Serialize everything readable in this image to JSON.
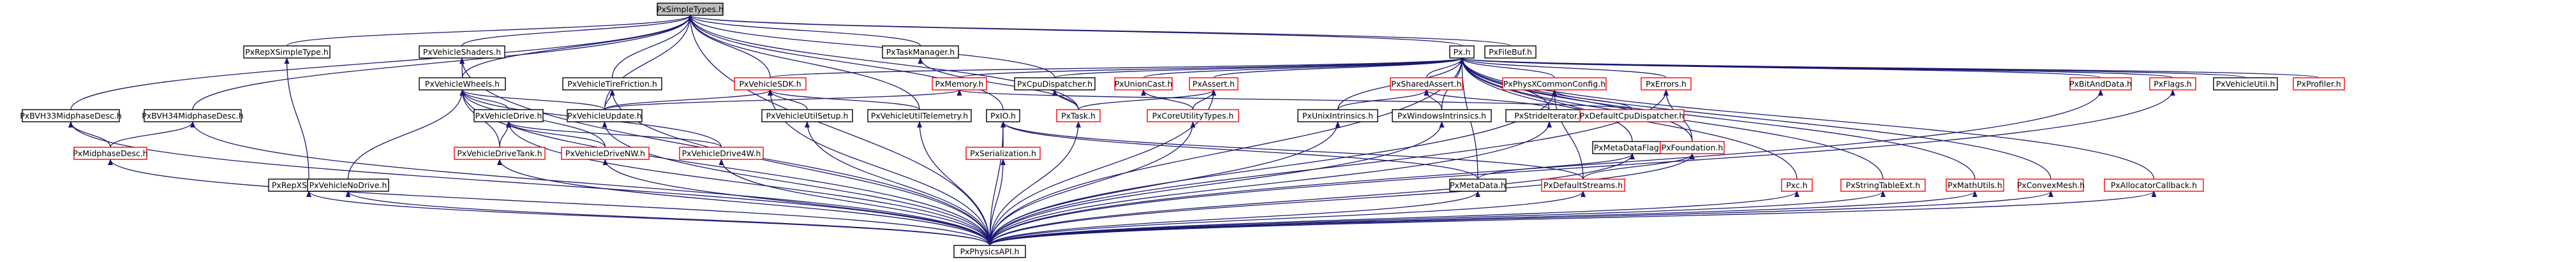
{
  "colors": {
    "edge": "#191970",
    "border_normal": "#000000",
    "border_incomplete": "#ff0000",
    "fill_normal": "#ffffff",
    "fill_root": "#bfbfbf",
    "text": "#000000"
  },
  "nodes": [
    {
      "id": "root",
      "label": "PxSimpleTypes.h",
      "kind": "root"
    },
    {
      "id": "pxh",
      "label": "Px.h",
      "kind": "normal"
    },
    {
      "id": "filebuf",
      "label": "PxFileBuf.h",
      "kind": "normal"
    },
    {
      "id": "replisimple",
      "label": "PxRepXSimpleType.h",
      "kind": "normal"
    },
    {
      "id": "vshaders",
      "label": "PxVehicleShaders.h",
      "kind": "normal"
    },
    {
      "id": "taskman",
      "label": "PxTaskManager.h",
      "kind": "normal"
    },
    {
      "id": "bvh33",
      "label": "PxBVH33MidphaseDesc.h",
      "kind": "normal"
    },
    {
      "id": "bvh34",
      "label": "PxBVH34MidphaseDesc.h",
      "kind": "normal"
    },
    {
      "id": "vwheels",
      "label": "PxVehicleWheels.h",
      "kind": "normal"
    },
    {
      "id": "vtire",
      "label": "PxVehicleTireFriction.h",
      "kind": "normal"
    },
    {
      "id": "vsdk",
      "label": "PxVehicleSDK.h",
      "kind": "incomplete"
    },
    {
      "id": "pxmemory",
      "label": "PxMemory.h",
      "kind": "incomplete"
    },
    {
      "id": "cpudisp",
      "label": "PxCpuDispatcher.h",
      "kind": "normal"
    },
    {
      "id": "unioncast",
      "label": "PxUnionCast.h",
      "kind": "incomplete"
    },
    {
      "id": "pxassert",
      "label": "PxAssert.h",
      "kind": "incomplete"
    },
    {
      "id": "sharedassert",
      "label": "PxSharedAssert.h",
      "kind": "incomplete"
    },
    {
      "id": "physxcommon",
      "label": "PxPhysXCommonConfig.h",
      "kind": "incomplete"
    },
    {
      "id": "pxerrors",
      "label": "PxErrors.h",
      "kind": "incomplete"
    },
    {
      "id": "bitanddata",
      "label": "PxBitAndData.h",
      "kind": "incomplete"
    },
    {
      "id": "pxflags",
      "label": "PxFlags.h",
      "kind": "incomplete"
    },
    {
      "id": "vutil",
      "label": "PxVehicleUtil.h",
      "kind": "normal"
    },
    {
      "id": "profiler",
      "label": "PxProfiler.h",
      "kind": "incomplete"
    },
    {
      "id": "midphase",
      "label": "PxMidphaseDesc.h",
      "kind": "incomplete"
    },
    {
      "id": "repxser",
      "label": "PxRepXSerializer.h",
      "kind": "normal"
    },
    {
      "id": "vnodrive",
      "label": "PxVehicleNoDrive.h",
      "kind": "normal"
    },
    {
      "id": "vdrive",
      "label": "PxVehicleDrive.h",
      "kind": "normal"
    },
    {
      "id": "vupdate",
      "label": "PxVehicleUpdate.h",
      "kind": "normal"
    },
    {
      "id": "vutilsetup",
      "label": "PxVehicleUtilSetup.h",
      "kind": "normal"
    },
    {
      "id": "vtelemetry",
      "label": "PxVehicleUtilTelemetry.h",
      "kind": "normal"
    },
    {
      "id": "pxio",
      "label": "PxIO.h",
      "kind": "normal"
    },
    {
      "id": "pxtask",
      "label": "PxTask.h",
      "kind": "incomplete"
    },
    {
      "id": "coreutil",
      "label": "PxCoreUtilityTypes.h",
      "kind": "incomplete"
    },
    {
      "id": "unixintr",
      "label": "PxUnixIntrinsics.h",
      "kind": "normal"
    },
    {
      "id": "winintr",
      "label": "PxWindowsIntrinsics.h",
      "kind": "normal"
    },
    {
      "id": "strideiter",
      "label": "PxStrideIterator.h",
      "kind": "normal"
    },
    {
      "id": "defcpudisp",
      "label": "PxDefaultCpuDispatcher.h",
      "kind": "incomplete"
    },
    {
      "id": "metaflags",
      "label": "PxMetaDataFlags.h",
      "kind": "normal"
    },
    {
      "id": "foundation",
      "label": "PxFoundation.h",
      "kind": "incomplete"
    },
    {
      "id": "vdrivetank",
      "label": "PxVehicleDriveTank.h",
      "kind": "incomplete"
    },
    {
      "id": "vdrivenw",
      "label": "PxVehicleDriveNW.h",
      "kind": "incomplete"
    },
    {
      "id": "vdrive4w",
      "label": "PxVehicleDrive4W.h",
      "kind": "incomplete"
    },
    {
      "id": "serialization",
      "label": "PxSerialization.h",
      "kind": "incomplete"
    },
    {
      "id": "metadata",
      "label": "PxMetaData.h",
      "kind": "normal"
    },
    {
      "id": "defstreams",
      "label": "PxDefaultStreams.h",
      "kind": "incomplete"
    },
    {
      "id": "pxc",
      "label": "Pxc.h",
      "kind": "incomplete"
    },
    {
      "id": "strtable",
      "label": "PxStringTableExt.h",
      "kind": "incomplete"
    },
    {
      "id": "mathutils",
      "label": "PxMathUtils.h",
      "kind": "incomplete"
    },
    {
      "id": "convexmesh",
      "label": "PxConvexMesh.h",
      "kind": "incomplete"
    },
    {
      "id": "allocator",
      "label": "PxAllocatorCallback.h",
      "kind": "incomplete"
    },
    {
      "id": "physicsapi",
      "label": "PxPhysicsAPI.h",
      "kind": "normal"
    }
  ],
  "edges": [
    [
      "pxh",
      "root"
    ],
    [
      "filebuf",
      "root"
    ],
    [
      "replisimple",
      "root"
    ],
    [
      "vshaders",
      "root"
    ],
    [
      "taskman",
      "root"
    ],
    [
      "bvh33",
      "root"
    ],
    [
      "bvh34",
      "root"
    ],
    [
      "vwheels",
      "root"
    ],
    [
      "vtire",
      "root"
    ],
    [
      "vsdk",
      "root"
    ],
    [
      "cpudisp",
      "root"
    ],
    [
      "vupdate",
      "root"
    ],
    [
      "vtelemetry",
      "root"
    ],
    [
      "pxio",
      "root"
    ],
    [
      "pxtask",
      "root"
    ],
    [
      "physicsapi",
      "root"
    ],
    [
      "vsdk",
      "pxh"
    ],
    [
      "pxmemory",
      "pxh"
    ],
    [
      "cpudisp",
      "pxh"
    ],
    [
      "unioncast",
      "pxh"
    ],
    [
      "pxassert",
      "pxh"
    ],
    [
      "sharedassert",
      "pxh"
    ],
    [
      "physxcommon",
      "pxh"
    ],
    [
      "pxerrors",
      "pxh"
    ],
    [
      "bitanddata",
      "pxh"
    ],
    [
      "pxflags",
      "pxh"
    ],
    [
      "vutil",
      "pxh"
    ],
    [
      "profiler",
      "pxh"
    ],
    [
      "unixintr",
      "pxh"
    ],
    [
      "winintr",
      "pxh"
    ],
    [
      "strideiter",
      "pxh"
    ],
    [
      "metaflags",
      "pxh"
    ],
    [
      "foundation",
      "pxh"
    ],
    [
      "metadata",
      "pxh"
    ],
    [
      "pxc",
      "pxh"
    ],
    [
      "strtable",
      "pxh"
    ],
    [
      "mathutils",
      "pxh"
    ],
    [
      "convexmesh",
      "pxh"
    ],
    [
      "allocator",
      "pxh"
    ],
    [
      "physicsapi",
      "pxh"
    ],
    [
      "midphase",
      "bvh33"
    ],
    [
      "midphase",
      "bvh34"
    ],
    [
      "physicsapi",
      "bvh33"
    ],
    [
      "physicsapi",
      "bvh34"
    ],
    [
      "repxser",
      "replisimple"
    ],
    [
      "physicsapi",
      "repxser"
    ],
    [
      "vwheels",
      "vshaders"
    ],
    [
      "physicsapi",
      "vshaders"
    ],
    [
      "pxtask",
      "taskman"
    ],
    [
      "vnodrive",
      "vwheels"
    ],
    [
      "vdrive",
      "vwheels"
    ],
    [
      "vupdate",
      "vwheels"
    ],
    [
      "vdrivetank",
      "vwheels"
    ],
    [
      "vdrivenw",
      "vwheels"
    ],
    [
      "vdrive4w",
      "vwheels"
    ],
    [
      "physicsapi",
      "vwheels"
    ],
    [
      "vupdate",
      "vtire"
    ],
    [
      "physicsapi",
      "vtire"
    ],
    [
      "vupdate",
      "vsdk"
    ],
    [
      "vutilsetup",
      "vsdk"
    ],
    [
      "vtelemetry",
      "vsdk"
    ],
    [
      "physicsapi",
      "vsdk"
    ],
    [
      "defcpudisp",
      "pxmemory"
    ],
    [
      "vupdate",
      "pxmemory"
    ],
    [
      "pxtask",
      "cpudisp"
    ],
    [
      "coreutil",
      "unioncast"
    ],
    [
      "pxtask",
      "pxassert"
    ],
    [
      "coreutil",
      "pxassert"
    ],
    [
      "physicsapi",
      "pxassert"
    ],
    [
      "unixintr",
      "sharedassert"
    ],
    [
      "winintr",
      "sharedassert"
    ],
    [
      "strideiter",
      "sharedassert"
    ],
    [
      "defcpudisp",
      "physxcommon"
    ],
    [
      "defstreams",
      "physxcommon"
    ],
    [
      "physicsapi",
      "physxcommon"
    ],
    [
      "foundation",
      "pxerrors"
    ],
    [
      "physicsapi",
      "pxerrors"
    ],
    [
      "physicsapi",
      "bitanddata"
    ],
    [
      "physicsapi",
      "pxflags"
    ],
    [
      "physicsapi",
      "midphase"
    ],
    [
      "physicsapi",
      "vnodrive"
    ],
    [
      "vdrivetank",
      "vdrive"
    ],
    [
      "vdrivenw",
      "vdrive"
    ],
    [
      "vdrive4w",
      "vdrive"
    ],
    [
      "physicsapi",
      "vdrive"
    ],
    [
      "physicsapi",
      "vupdate"
    ],
    [
      "physicsapi",
      "vutilsetup"
    ],
    [
      "physicsapi",
      "vtelemetry"
    ],
    [
      "serialization",
      "pxio"
    ],
    [
      "metadata",
      "pxio"
    ],
    [
      "defstreams",
      "pxio"
    ],
    [
      "physicsapi",
      "pxio"
    ],
    [
      "physicsapi",
      "pxtask"
    ],
    [
      "physicsapi",
      "coreutil"
    ],
    [
      "physicsapi",
      "unixintr"
    ],
    [
      "physicsapi",
      "winintr"
    ],
    [
      "physicsapi",
      "strideiter"
    ],
    [
      "metadata",
      "metaflags"
    ],
    [
      "physicsapi",
      "metaflags"
    ],
    [
      "defstreams",
      "foundation"
    ],
    [
      "physicsapi",
      "foundation"
    ],
    [
      "physicsapi",
      "vdrivetank"
    ],
    [
      "physicsapi",
      "vdrivenw"
    ],
    [
      "physicsapi",
      "vdrive4w"
    ],
    [
      "physicsapi",
      "serialization"
    ],
    [
      "physicsapi",
      "metadata"
    ],
    [
      "physicsapi",
      "defstreams"
    ],
    [
      "physicsapi",
      "pxc"
    ],
    [
      "physicsapi",
      "strtable"
    ],
    [
      "physicsapi",
      "mathutils"
    ],
    [
      "physicsapi",
      "convexmesh"
    ],
    [
      "physicsapi",
      "allocator"
    ]
  ]
}
